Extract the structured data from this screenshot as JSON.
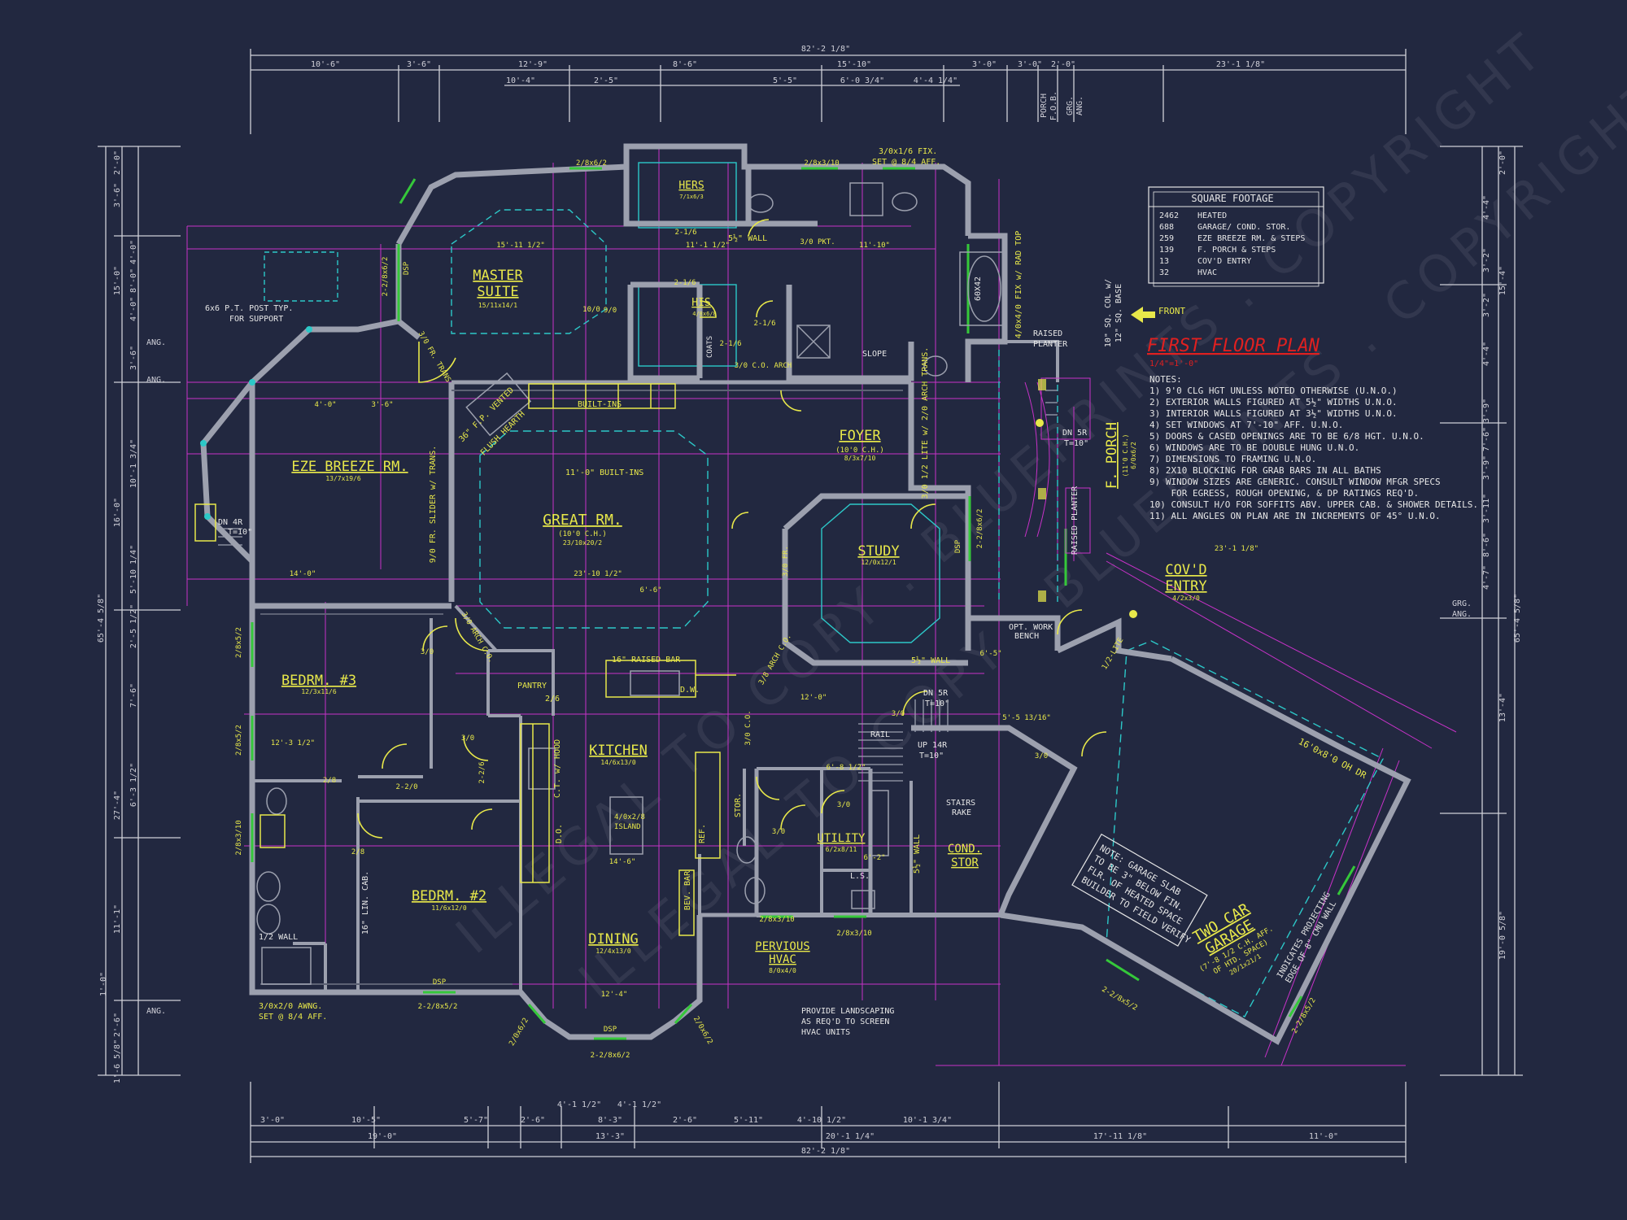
{
  "colors": {
    "background": "#222840",
    "wall": "#9ca0ae",
    "dimension": "#d0d0d8",
    "room_label": "#e8e84a",
    "magenta": "#c832c8",
    "cyan": "#2cc8c8",
    "green": "#35c83a",
    "red": "#e02020",
    "notes": "#e6e6e6"
  },
  "title": {
    "text": "FIRST FLOOR PLAN",
    "scale": "1/4\"=1'-0\""
  },
  "front_label": "FRONT",
  "square_footage": {
    "heading": "SQUARE FOOTAGE",
    "rows": [
      {
        "area": "2462",
        "label": "HEATED"
      },
      {
        "area": "688",
        "label": "GARAGE/ COND. STOR."
      },
      {
        "area": "259",
        "label": "EZE BREEZE RM. & STEPS"
      },
      {
        "area": "139",
        "label": "F. PORCH & STEPS"
      },
      {
        "area": "13",
        "label": "COV'D ENTRY"
      },
      {
        "area": "32",
        "label": "HVAC"
      }
    ]
  },
  "notes": {
    "heading": "NOTES:",
    "items": [
      "1)  9'0 CLG HGT UNLESS NOTED OTHERWISE (U.N.O.)",
      "2)  EXTERIOR WALLS FIGURED AT 5½\" WIDTHS U.N.O.",
      "3)  INTERIOR WALLS FIGURED AT 3½\" WIDTHS U.N.O.",
      "4)  SET WINDOWS AT 7'-10\" AFF. U.N.O.",
      "5)  DOORS & CASED OPENINGS ARE TO BE 6/8 HGT. U.N.O.",
      "6)  WINDOWS ARE TO BE DOUBLE HUNG U.N.O.",
      "7)  DIMENSIONS TO FRAMING U.N.O.",
      "8)  2X10 BLOCKING FOR GRAB BARS IN ALL BATHS",
      "9)  WINDOW SIZES ARE GENERIC. CONSULT WINDOW MFGR SPECS",
      "    FOR EGRESS, ROUGH OPENING, & DP RATINGS REQ'D.",
      "10) CONSULT H/O FOR SOFFITS ABV. UPPER CAB. & SHOWER DETAILS.",
      "11) ALL ANGLES ON PLAN ARE IN INCREMENTS OF 45° U.N.O."
    ]
  },
  "rooms": {
    "master_suite": {
      "name": "MASTER\nSUITE",
      "line1": "MASTER",
      "line2": "SUITE",
      "size": "15/11x14/1"
    },
    "hers": {
      "name": "HERS",
      "size": "7/1x6/3"
    },
    "his": {
      "name": "HIS",
      "size": "4/8x6/8"
    },
    "eze_breeze": {
      "name": "EZE BREEZE RM.",
      "size": "13/7x19/6"
    },
    "great_rm": {
      "name": "GREAT RM.",
      "sub": "(10'0 C.H.)",
      "size": "23/10x20/2"
    },
    "foyer": {
      "name": "FOYER",
      "sub": "(10'0 C.H.)",
      "size": "8/3x7/10"
    },
    "study": {
      "name": "STUDY",
      "size": "12/0x12/1"
    },
    "f_porch": {
      "name": "F. PORCH",
      "sub": "(11'0 C.H.)",
      "size": "6/0x6/2"
    },
    "covd_entry": {
      "name": "COV'D\nENTRY",
      "line1": "COV'D",
      "line2": "ENTRY",
      "size": "4/2x3/0"
    },
    "bedrm3": {
      "name": "BEDRM. #3",
      "size": "12/3x11/6"
    },
    "kitchen": {
      "name": "KITCHEN",
      "size": "14/6x13/0"
    },
    "pantry": {
      "name": "PANTRY"
    },
    "bedrm2": {
      "name": "BEDRM. #2",
      "size": "11/6x12/0"
    },
    "dining": {
      "name": "DINING",
      "size": "12/4x13/0"
    },
    "utility": {
      "name": "UTILITY",
      "size": "6/2x8/11"
    },
    "cond_stor": {
      "name": "COND.\nSTOR",
      "line1": "COND.",
      "line2": "STOR"
    },
    "pervious_hvac": {
      "name": "PERVIOUS\nHVAC",
      "line1": "PERVIOUS",
      "line2": "HVAC",
      "size": "8/0x4/0"
    },
    "garage": {
      "name": "TWO CAR\nGARAGE",
      "line1": "TWO CAR",
      "line2": "GARAGE",
      "sub1": "(7'-8 1/2 C.H. AFF.",
      "sub2": "OF HTD. SPACE)",
      "size": "20/1x21/1"
    }
  },
  "annotations": {
    "built_ins_top": "BUILT-INS",
    "built_ins_mid": "11'-0\" BUILT-INS",
    "raised_bar": "16\" RAISED BAR",
    "island": "4/0x2/8\nISLAND",
    "island1": "4/0x2/8",
    "island2": "ISLAND",
    "dw": "D.W.",
    "ct_hood": "C.T. w/ HOOD",
    "ref": "REF.",
    "bev_bar": "BEV. BAR",
    "stor": "STOR.",
    "do": "D.O.",
    "flush_hearth": "FLUSH HEARTH",
    "vented": "36\" F.P. VENTED",
    "post_note1": "6x6 P.T. POST TYP.",
    "post_note2": "FOR SUPPORT",
    "raised_planter_top": "RAISED\nPLANTER",
    "raised_planter_top1": "RAISED",
    "raised_planter_top2": "PLANTER",
    "raised_planter_side": "RAISED PLANTER",
    "opt_work_bench1": "OPT. WORK",
    "opt_work_bench2": "BENCH",
    "slope": "SLOPE",
    "coats": "COATS",
    "rail": "RAIL",
    "dn5r": "DN 5R",
    "dn5r_tread": "T=10\"",
    "dn4r": "DN 4R",
    "dn4r_tread": "T=10\"",
    "up14r": "UP 14R",
    "up14r_tread": "T=10\"",
    "stairs_rake1": "STAIRS",
    "stairs_rake2": "RAKE",
    "ls": "L.S.",
    "lin_cab": "16\" LIN. CAB.",
    "half_wall": "1/2 WALL",
    "wall_55a": "5½\" WALL",
    "wall_55b": "5½\" WALL",
    "wall_55c": "5½\" WALL",
    "overhead_door": "16'0x8'0 OH DR",
    "garage_note1": "NOTE: GARAGE SLAB",
    "garage_note2": "TO BE 3\" BELOW FIN.",
    "garage_note3": "FLR. OF HEATED SPACE",
    "garage_note4": "BUILDER TO FIELD VERIFY",
    "projecting1": "INDICATES PROJECTING",
    "projecting2": "EDGE OF 8\" CMU WALL",
    "landscaping1": "PROVIDE LANDSCAPING",
    "landscaping2": "AS REQ'D TO SCREEN",
    "landscaping3": "HVAC UNITS",
    "fix_window1": "3/0x1/6 FIX.",
    "fix_window2": "SET @ 8/4 AFF.",
    "awning1": "3/0x2/0 AWNG.",
    "awning2": "SET @ 8/4 AFF.",
    "col1": "10\" SQ. COL w/",
    "col2": "12\" SQ. BASE",
    "tub": "60X42",
    "rad_top": "4/0x4/0 FIX w/ RAD TOP",
    "trans_slider": "9/0 FR. SLIDER w/ TRANS.",
    "arch_trans": "3/0 1/2 LITE w/ 2/0 ARCH TRANS."
  },
  "dimensions": {
    "overall": "82'-2 1/8\"",
    "overall_depth": "65'-4 5/8\"",
    "top_row1": [
      "10'-6\"",
      "3'-6\"",
      "12'-9\"",
      "8'-6\"",
      "15'-10\"",
      "3'-0\"",
      "3'-0\"",
      "2'-0\"",
      "23'-1 1/8\""
    ],
    "top_row2": [
      "10'-4\"",
      "2'-5\"",
      "5'-5\"",
      "6'-0 3/4\"",
      "4'-4 1/4\""
    ],
    "top_labels": [
      "PORCH",
      "F.O.B.",
      "GRG.",
      "ANG."
    ],
    "bottom_row1": [
      "3'-0\"",
      "10'-5\"",
      "5'-7\"",
      "2'-6\"",
      "8'-3\"",
      "2'-6\"",
      "5'-11\"",
      "4'-10 1/2\"",
      "10'-1 3/4\""
    ],
    "bottom_row2": [
      "19'-0\"",
      "13'-3\"",
      "20'-1 1/4\"",
      "17'-11 1/8\"",
      "11'-0\""
    ],
    "bottom_small": [
      "4'-1 1/2\"",
      "4'-1 1/2\""
    ],
    "left_outer": [
      "3'-6\"",
      "15'-0\"",
      "16'-0\"",
      "27'-4\"",
      "11'-1\""
    ],
    "left_inner": [
      "4'-0\"",
      "8'-0\"",
      "4'-0\"",
      "3'-6\"",
      "10'-1 3/4\"",
      "5'-10 1/4\"",
      "2'-5 1/2\"",
      "7'-6\"",
      "6'-3 1/2\"",
      "1'-0\"",
      "2'-6\"",
      "1'-6 5/8\""
    ],
    "left_small": [
      "2'-0\"",
      "ANG.",
      "ANG.",
      "ANG."
    ],
    "right_outer": [
      "2'-0\"",
      "15'-4\"",
      "13'-4\"",
      "19'-0 5/8\""
    ],
    "right_inner": [
      "4'-4\"",
      "3'-2\"",
      "3'-2\"",
      "4'-4\"",
      "3'-9\"",
      "7'-6\"",
      "3'-9\"",
      "3'-11\"",
      "8'-6\"",
      "4'-7\""
    ],
    "right_labels": [
      "GRG.",
      "ANG."
    ],
    "side_right_overall": "65'-4 5/8\""
  },
  "windows": [
    "2/8x6/2",
    "2/8x3/10",
    "3/0x1/6 FIX.",
    "2-2/8x6/2",
    "2-2/8x6/2",
    "2/8x5/2",
    "2/8x5/2",
    "2/8x3/10",
    "2-2/8x5/2",
    "2/0x6/2",
    "2-2/8x6/2",
    "2/0x6/2",
    "2/8x3/10",
    "2/8x3/10",
    "2-2/8x5/2",
    "2-2/8x5/2",
    "DSP",
    "DSP",
    "DSP",
    "DSP"
  ],
  "doors": [
    "2-1/6",
    "2-1/6",
    "2-1/6",
    "2-1/6",
    "3/0 FR. TRANS",
    "3/0 C.O. ARCH",
    "3/0 FR.",
    "3/0",
    "3/0",
    "2/6",
    "2/6",
    "2/8",
    "2/8",
    "2-2/0",
    "3/0 C.O.",
    "3/0 ARCH C.O.",
    "3/8 ARCH C.O.",
    "2-2/6",
    "3/0",
    "3/0",
    "3/0",
    "3/0",
    "1/2-LITE",
    "9/0",
    "10/0"
  ]
}
